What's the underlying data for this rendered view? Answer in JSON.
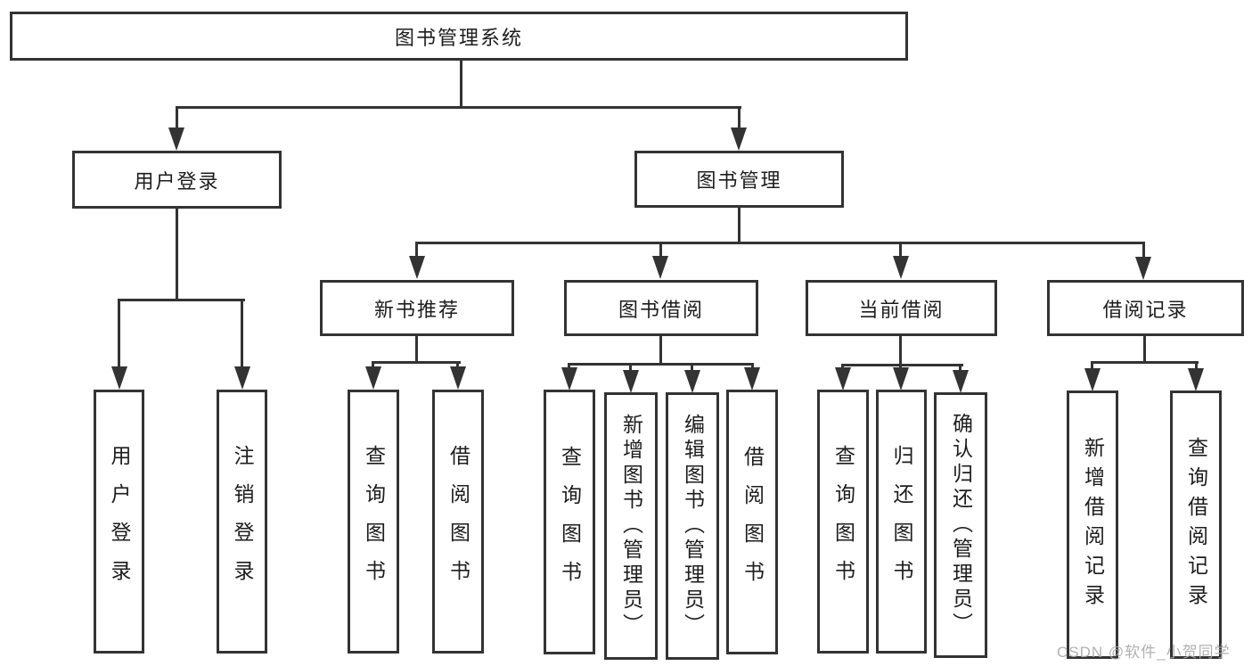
{
  "tree": {
    "root": {
      "label": "图书管理系统"
    },
    "branches": [
      {
        "label": "用户登录",
        "leaves": [
          {
            "label": "用户登录"
          },
          {
            "label": "注销登录"
          }
        ]
      },
      {
        "label": "图书管理",
        "groups": [
          {
            "label": "新书推荐",
            "leaves": [
              {
                "label": "查询图书"
              },
              {
                "label": "借阅图书"
              }
            ]
          },
          {
            "label": "图书借阅",
            "leaves": [
              {
                "label": "查询图书"
              },
              {
                "label": "新增图书（管理员）"
              },
              {
                "label": "编辑图书（管理员）"
              },
              {
                "label": "借阅图书"
              }
            ]
          },
          {
            "label": "当前借阅",
            "leaves": [
              {
                "label": "查询图书"
              },
              {
                "label": "归还图书"
              },
              {
                "label": "确认归还（管理员）"
              }
            ]
          },
          {
            "label": "借阅记录",
            "leaves": [
              {
                "label": "新增借阅记录"
              },
              {
                "label": "查询借阅记录"
              }
            ]
          }
        ]
      }
    ]
  },
  "watermark": {
    "text": "CSDN @软件_小贺同学"
  },
  "colors": {
    "line": "#333333",
    "text": "#1d1d1d",
    "watermark": "#ababab",
    "background": "#ffffff"
  }
}
